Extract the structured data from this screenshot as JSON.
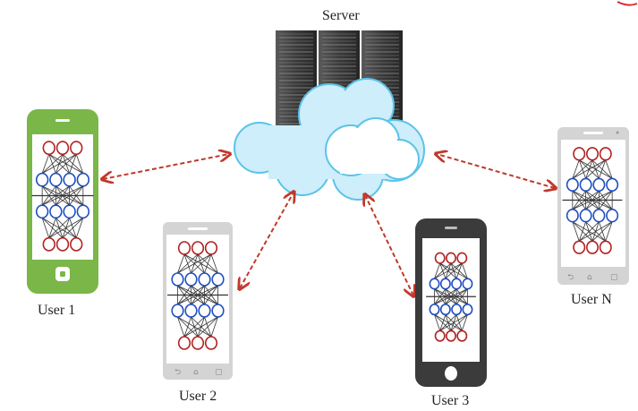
{
  "labels": {
    "server": "Server",
    "user1": "User 1",
    "user2": "User 2",
    "user3": "User 3",
    "userN": "User N"
  },
  "colors": {
    "arrow": "#c0392b",
    "neuron_top": "#b22222",
    "neuron_hidden": "#1f4fbf",
    "phone_green": "#7ab648",
    "phone_gray": "#d4d4d4",
    "phone_dark": "#3b3b3b",
    "cloud_fill": "#cdeefa",
    "cloud_stroke": "#5bc3e8",
    "server_rack": "#3a3a3a"
  },
  "icons": [
    "server-rack-icon",
    "cloud-icon",
    "smartphone-icon",
    "neural-network-icon",
    "bidirectional-arrow-icon"
  ]
}
